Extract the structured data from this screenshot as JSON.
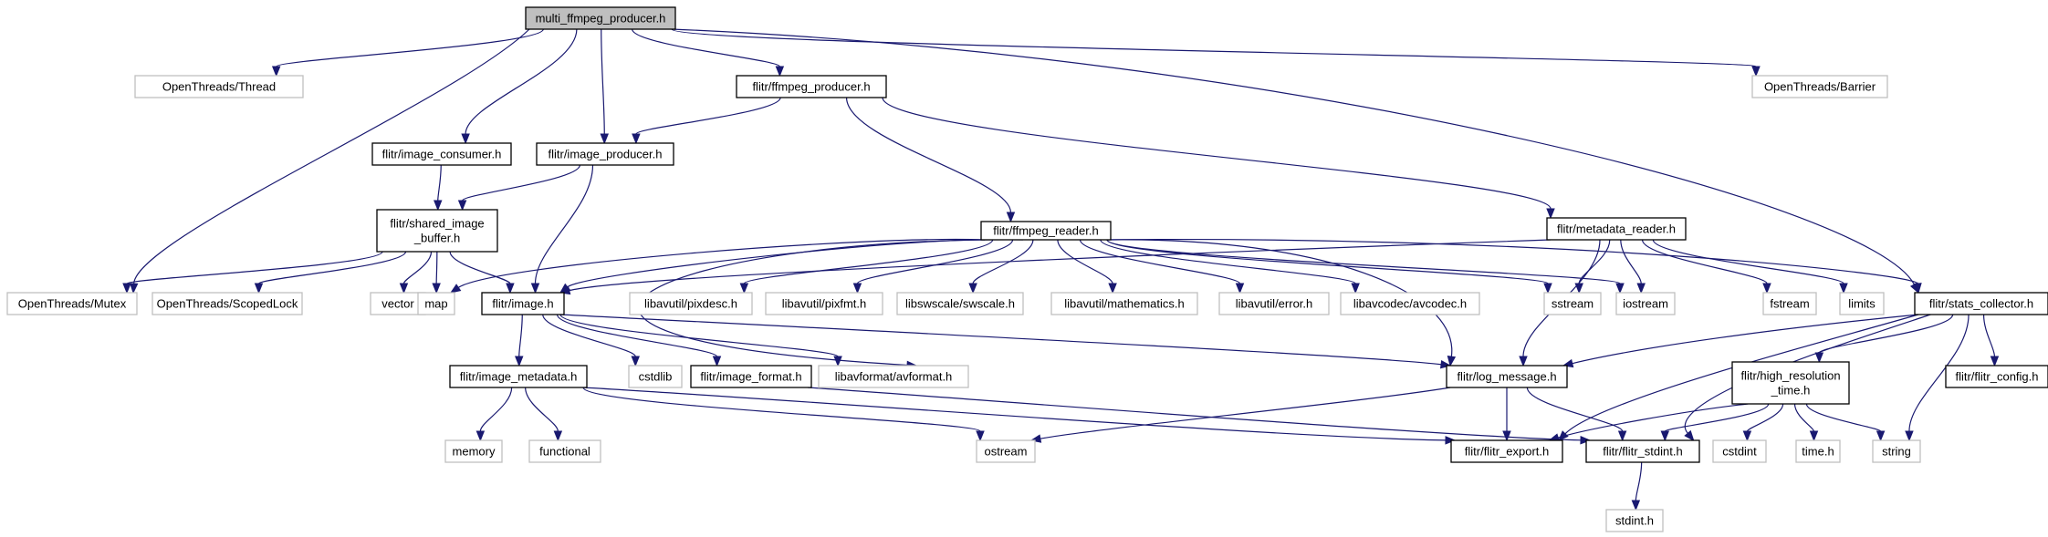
{
  "graph": {
    "colors": {
      "edge": "#191970",
      "root_fill": "#bfbfbf",
      "local_border": "#000000",
      "external_border": "#bfbfbf",
      "text": "#000000"
    },
    "nodes": [
      {
        "id": "multi_ffmpeg_producer",
        "lines": [
          "multi_ffmpeg_producer.h"
        ],
        "kind": "root"
      },
      {
        "id": "ot_thread",
        "lines": [
          "OpenThreads/Thread"
        ],
        "kind": "external"
      },
      {
        "id": "ot_barrier",
        "lines": [
          "OpenThreads/Barrier"
        ],
        "kind": "external"
      },
      {
        "id": "ffmpeg_producer",
        "lines": [
          "flitr/ffmpeg_producer.h"
        ],
        "kind": "local"
      },
      {
        "id": "image_consumer",
        "lines": [
          "flitr/image_consumer.h"
        ],
        "kind": "local"
      },
      {
        "id": "image_producer",
        "lines": [
          "flitr/image_producer.h"
        ],
        "kind": "local"
      },
      {
        "id": "shared_image_buffer",
        "lines": [
          "flitr/shared_image",
          "_buffer.h"
        ],
        "kind": "local"
      },
      {
        "id": "ffmpeg_reader",
        "lines": [
          "flitr/ffmpeg_reader.h"
        ],
        "kind": "local"
      },
      {
        "id": "metadata_reader",
        "lines": [
          "flitr/metadata_reader.h"
        ],
        "kind": "local"
      },
      {
        "id": "ot_mutex",
        "lines": [
          "OpenThreads/Mutex"
        ],
        "kind": "external"
      },
      {
        "id": "ot_scopedlock",
        "lines": [
          "OpenThreads/ScopedLock"
        ],
        "kind": "external"
      },
      {
        "id": "vector",
        "lines": [
          "vector"
        ],
        "kind": "external"
      },
      {
        "id": "map",
        "lines": [
          "map"
        ],
        "kind": "external"
      },
      {
        "id": "image",
        "lines": [
          "flitr/image.h"
        ],
        "kind": "local"
      },
      {
        "id": "pixdesc",
        "lines": [
          "libavutil/pixdesc.h"
        ],
        "kind": "external"
      },
      {
        "id": "pixfmt",
        "lines": [
          "libavutil/pixfmt.h"
        ],
        "kind": "external"
      },
      {
        "id": "swscale",
        "lines": [
          "libswscale/swscale.h"
        ],
        "kind": "external"
      },
      {
        "id": "mathematics",
        "lines": [
          "libavutil/mathematics.h"
        ],
        "kind": "external"
      },
      {
        "id": "error",
        "lines": [
          "libavutil/error.h"
        ],
        "kind": "external"
      },
      {
        "id": "avcodec",
        "lines": [
          "libavcodec/avcodec.h"
        ],
        "kind": "external"
      },
      {
        "id": "sstream",
        "lines": [
          "sstream"
        ],
        "kind": "external"
      },
      {
        "id": "iostream",
        "lines": [
          "iostream"
        ],
        "kind": "external"
      },
      {
        "id": "fstream",
        "lines": [
          "fstream"
        ],
        "kind": "external"
      },
      {
        "id": "limits",
        "lines": [
          "limits"
        ],
        "kind": "external"
      },
      {
        "id": "stats_collector",
        "lines": [
          "flitr/stats_collector.h"
        ],
        "kind": "local"
      },
      {
        "id": "image_metadata",
        "lines": [
          "flitr/image_metadata.h"
        ],
        "kind": "local"
      },
      {
        "id": "cstdlib",
        "lines": [
          "cstdlib"
        ],
        "kind": "external"
      },
      {
        "id": "image_format",
        "lines": [
          "flitr/image_format.h"
        ],
        "kind": "local"
      },
      {
        "id": "avformat",
        "lines": [
          "libavformat/avformat.h"
        ],
        "kind": "external"
      },
      {
        "id": "log_message",
        "lines": [
          "flitr/log_message.h"
        ],
        "kind": "local"
      },
      {
        "id": "high_resolution_time",
        "lines": [
          "flitr/high_resolution",
          "_time.h"
        ],
        "kind": "local"
      },
      {
        "id": "flitr_config",
        "lines": [
          "flitr/flitr_config.h"
        ],
        "kind": "local"
      },
      {
        "id": "memory",
        "lines": [
          "memory"
        ],
        "kind": "external"
      },
      {
        "id": "functional",
        "lines": [
          "functional"
        ],
        "kind": "external"
      },
      {
        "id": "ostream",
        "lines": [
          "ostream"
        ],
        "kind": "external"
      },
      {
        "id": "flitr_export",
        "lines": [
          "flitr/flitr_export.h"
        ],
        "kind": "local"
      },
      {
        "id": "flitr_stdint",
        "lines": [
          "flitr/flitr_stdint.h"
        ],
        "kind": "local"
      },
      {
        "id": "cstdint",
        "lines": [
          "cstdint"
        ],
        "kind": "external"
      },
      {
        "id": "time",
        "lines": [
          "time.h"
        ],
        "kind": "external"
      },
      {
        "id": "string",
        "lines": [
          "string"
        ],
        "kind": "external"
      },
      {
        "id": "stdint",
        "lines": [
          "stdint.h"
        ],
        "kind": "external"
      }
    ],
    "edges": [
      [
        "multi_ffmpeg_producer",
        "ot_thread"
      ],
      [
        "multi_ffmpeg_producer",
        "ot_mutex"
      ],
      [
        "multi_ffmpeg_producer",
        "image_consumer"
      ],
      [
        "multi_ffmpeg_producer",
        "image_producer"
      ],
      [
        "multi_ffmpeg_producer",
        "ffmpeg_producer"
      ],
      [
        "multi_ffmpeg_producer",
        "stats_collector"
      ],
      [
        "multi_ffmpeg_producer",
        "ot_barrier"
      ],
      [
        "ffmpeg_producer",
        "image_producer"
      ],
      [
        "ffmpeg_producer",
        "ffmpeg_reader"
      ],
      [
        "ffmpeg_producer",
        "metadata_reader"
      ],
      [
        "image_consumer",
        "shared_image_buffer"
      ],
      [
        "image_producer",
        "shared_image_buffer"
      ],
      [
        "image_producer",
        "image"
      ],
      [
        "shared_image_buffer",
        "ot_mutex"
      ],
      [
        "shared_image_buffer",
        "ot_scopedlock"
      ],
      [
        "shared_image_buffer",
        "vector"
      ],
      [
        "shared_image_buffer",
        "map"
      ],
      [
        "shared_image_buffer",
        "image"
      ],
      [
        "ffmpeg_reader",
        "map"
      ],
      [
        "ffmpeg_reader",
        "image"
      ],
      [
        "ffmpeg_reader",
        "pixdesc"
      ],
      [
        "ffmpeg_reader",
        "pixfmt"
      ],
      [
        "ffmpeg_reader",
        "swscale"
      ],
      [
        "ffmpeg_reader",
        "mathematics"
      ],
      [
        "ffmpeg_reader",
        "error"
      ],
      [
        "ffmpeg_reader",
        "avcodec"
      ],
      [
        "ffmpeg_reader",
        "sstream"
      ],
      [
        "ffmpeg_reader",
        "iostream"
      ],
      [
        "ffmpeg_reader",
        "stats_collector"
      ],
      [
        "ffmpeg_reader",
        "log_message"
      ],
      [
        "ffmpeg_reader",
        "avformat"
      ],
      [
        "metadata_reader",
        "image"
      ],
      [
        "metadata_reader",
        "sstream"
      ],
      [
        "metadata_reader",
        "iostream"
      ],
      [
        "metadata_reader",
        "fstream"
      ],
      [
        "metadata_reader",
        "limits"
      ],
      [
        "metadata_reader",
        "log_message"
      ],
      [
        "image",
        "image_metadata"
      ],
      [
        "image",
        "cstdlib"
      ],
      [
        "image",
        "image_format"
      ],
      [
        "image",
        "avformat"
      ],
      [
        "image",
        "log_message"
      ],
      [
        "image_metadata",
        "memory"
      ],
      [
        "image_metadata",
        "functional"
      ],
      [
        "image_metadata",
        "ostream"
      ],
      [
        "image_metadata",
        "flitr_export"
      ],
      [
        "image_format",
        "flitr_stdint"
      ],
      [
        "log_message",
        "ostream"
      ],
      [
        "log_message",
        "flitr_export"
      ],
      [
        "log_message",
        "flitr_stdint"
      ],
      [
        "stats_collector",
        "log_message"
      ],
      [
        "stats_collector",
        "flitr_export"
      ],
      [
        "stats_collector",
        "flitr_stdint"
      ],
      [
        "stats_collector",
        "high_resolution_time"
      ],
      [
        "stats_collector",
        "string"
      ],
      [
        "stats_collector",
        "flitr_config"
      ],
      [
        "high_resolution_time",
        "flitr_export"
      ],
      [
        "high_resolution_time",
        "flitr_stdint"
      ],
      [
        "high_resolution_time",
        "cstdint"
      ],
      [
        "high_resolution_time",
        "time"
      ],
      [
        "high_resolution_time",
        "string"
      ],
      [
        "flitr_stdint",
        "stdint"
      ]
    ]
  }
}
